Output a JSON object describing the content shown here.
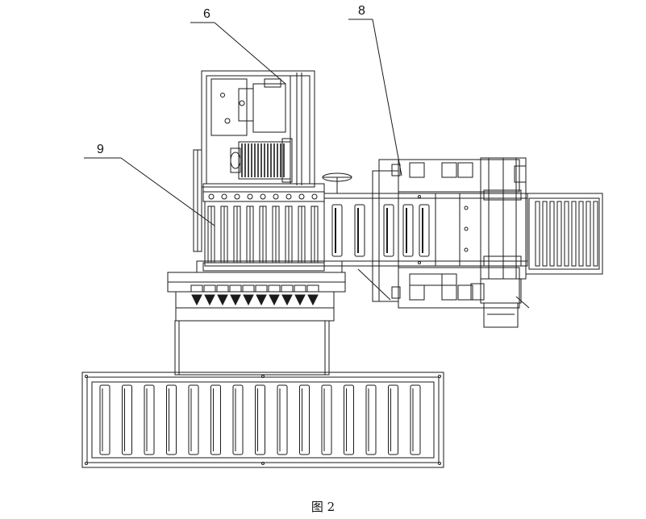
{
  "labels": {
    "part_6": "6",
    "part_8": "8",
    "part_9": "9"
  },
  "caption": "图 2",
  "colors": {
    "line": "#1a1a1a",
    "fill_dark": "#2a2a2a",
    "background": "#ffffff"
  }
}
